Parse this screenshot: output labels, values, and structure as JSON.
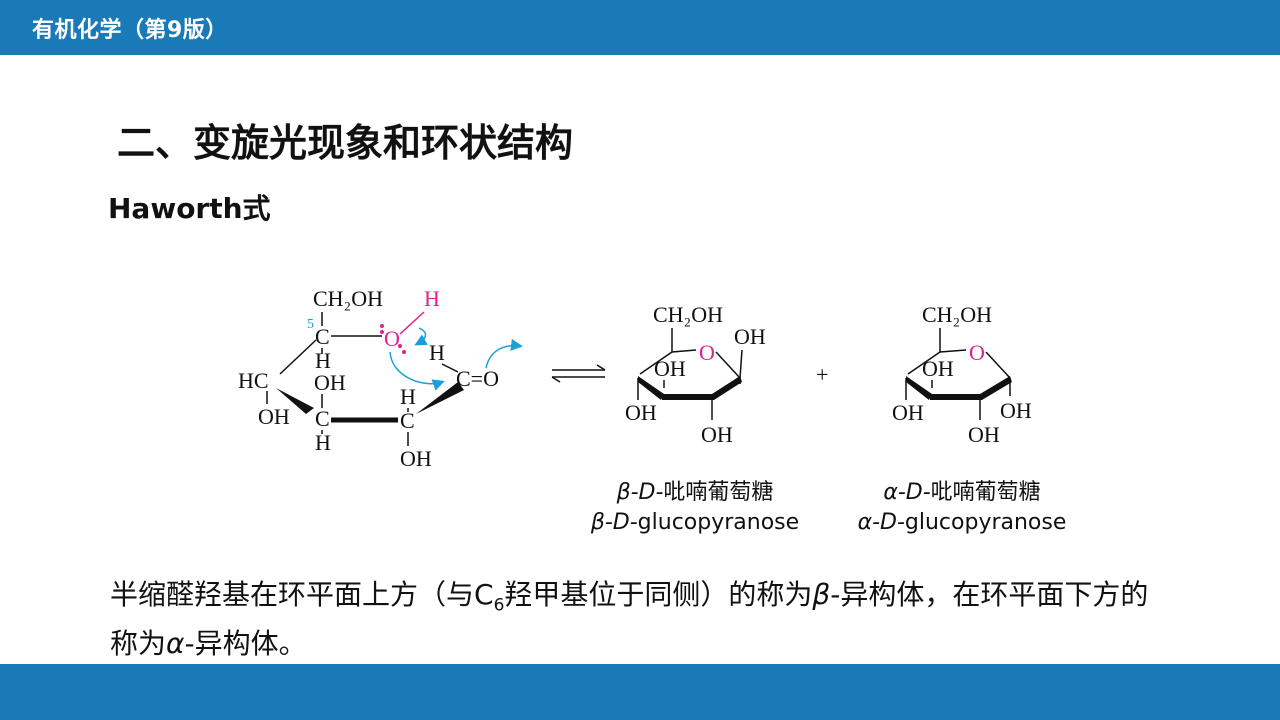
{
  "header": {
    "book_title": "有机化学（第9版）"
  },
  "slide": {
    "title": "二、变旋光现象和环状结构",
    "subtitle": "Haworth式"
  },
  "diagram": {
    "open_chain": {
      "ch2oh": "CH₂OH",
      "h_top": "H",
      "c5_number": "5",
      "c5": "C",
      "o_atom": "O",
      "h_under_c5": "H",
      "hc_left": "HC",
      "oh_left": "OH",
      "oh_mid": "OH",
      "c_mid": "C",
      "h_mid": "H",
      "h_right": "H",
      "c_right": "C",
      "oh_bottom": "OH",
      "h_aldehyde": "H",
      "c_eq_o": "C=O"
    },
    "equilibrium_symbol": "⇌",
    "plus": "+",
    "beta_ring": {
      "ch2oh": "CH₂OH",
      "o": "O",
      "oh_right_top": "OH",
      "oh_inner": "OH",
      "oh_left_bottom": "OH",
      "oh_bottom": "OH"
    },
    "alpha_ring": {
      "ch2oh": "CH₂OH",
      "o": "O",
      "oh_inner": "OH",
      "oh_left_bottom": "OH",
      "oh_right_bottom": "OH",
      "oh_bottom": "OH"
    }
  },
  "captions": {
    "beta": {
      "prefix": "β-D-",
      "cn": "吡喃葡萄糖",
      "en": "glucopyranose"
    },
    "alpha": {
      "prefix": "α-D-",
      "cn": "吡喃葡萄糖",
      "en": "glucopyranose"
    }
  },
  "body": {
    "part1": "半缩醛羟基在环平面上方（与C",
    "sub": "6",
    "part2": "羟甲基位于同侧）的称为",
    "beta": "β",
    "part3": "-异构体，在环平面下方的称为",
    "alpha": "α",
    "part4": "-异构体。"
  },
  "colors": {
    "bar_blue": "#1a7ab8",
    "magenta": "#e0208c",
    "arrow_cyan": "#1aa0d8"
  }
}
